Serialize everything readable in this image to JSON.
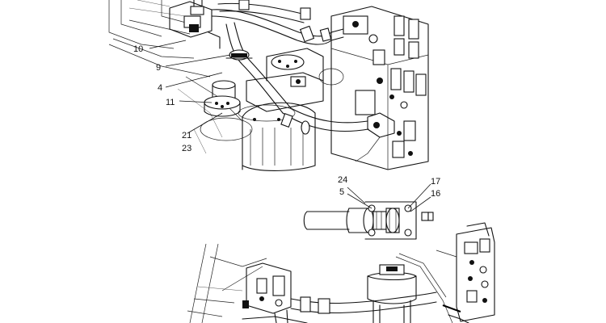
{
  "callouts": {
    "c10": "10",
    "c9": "9",
    "c4": "4",
    "c11": "11",
    "c21": "21",
    "c23": "23",
    "c24": "24",
    "c5": "5",
    "c17": "17",
    "c16": "16"
  },
  "colors": {
    "ink": "#111111",
    "background": "#ffffff"
  }
}
